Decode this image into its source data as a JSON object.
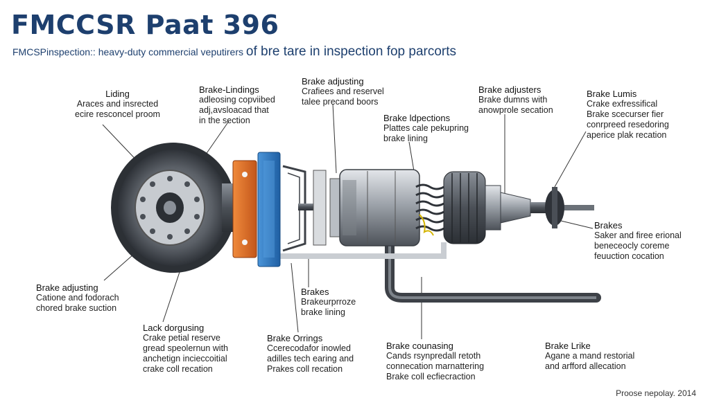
{
  "title": "FMCCSR Paat 396",
  "subtitle": {
    "part1": "FMCSPinspection:: heavy-duty commercial veputirers ",
    "part2": "of bre tare in inspection fop parcorts"
  },
  "callouts": [
    {
      "id": "liding",
      "heading": "Liding",
      "lines": [
        "Araces and insrected",
        "ecire resconcel proom"
      ]
    },
    {
      "id": "brake-lindings",
      "heading": "Brake-Lindings",
      "lines": [
        "adleosing copviibed",
        "adj,avsloacad that",
        "in the section"
      ]
    },
    {
      "id": "brake-adjusting-top",
      "heading": "Brake adjusting",
      "lines": [
        "Crafiees and reservel",
        "talee precand boors"
      ]
    },
    {
      "id": "brake-idpections",
      "heading": "Brake ldpections",
      "lines": [
        "Plattes cale pekupring",
        "brake lining"
      ]
    },
    {
      "id": "brake-adjusters",
      "heading": "Brake adjusters",
      "lines": [
        "Brake dumns with",
        "anowprole secation"
      ]
    },
    {
      "id": "brake-lumis",
      "heading": "Brake Lumis",
      "lines": [
        "Crake exfressifical",
        "Brake scecurser fier",
        "conrpreed resedoring",
        "aperice plak recation"
      ]
    },
    {
      "id": "brakes-right",
      "heading": "Brakes",
      "lines": [
        "Saker and firee erional",
        "beneceocly coreme",
        "feuuction cocation"
      ]
    },
    {
      "id": "brake-adjusting-left",
      "heading": "Brake adjusting",
      "lines": [
        "Catione and fodorach",
        "chored brake suction"
      ]
    },
    {
      "id": "brakes-mid",
      "heading": "Brakes",
      "lines": [
        "Brakeurprroze",
        "brake lining"
      ]
    },
    {
      "id": "lack-dorgusing",
      "heading": "Lack dorgusing",
      "lines": [
        "Crake petial reserve",
        "gread speolernun with",
        "anchetign incieccoitial",
        "crake coll recation"
      ]
    },
    {
      "id": "brake-orrings",
      "heading": "Brake Orrings",
      "lines": [
        "Ccerecodafor inowled",
        "adilles tech earing and",
        "Prakes coll recation"
      ]
    },
    {
      "id": "brake-counasing",
      "heading": "Brake counasing",
      "lines": [
        "Cands rsynpredall retoth",
        "connecation marnattering",
        "Brake coll ecfiecraction"
      ]
    },
    {
      "id": "brake-lrike",
      "heading": "Brake Lrike",
      "lines": [
        "Agane a mand restorial",
        "and arfford allecation"
      ]
    }
  ],
  "footer": "Proose nepolay. 2014",
  "colors": {
    "title": "#1d3f6e",
    "flange_orange": "#d9661f",
    "plate_blue": "#2f7ac4",
    "metal_dark": "#4a4f56",
    "metal_light": "#b9bec4"
  }
}
